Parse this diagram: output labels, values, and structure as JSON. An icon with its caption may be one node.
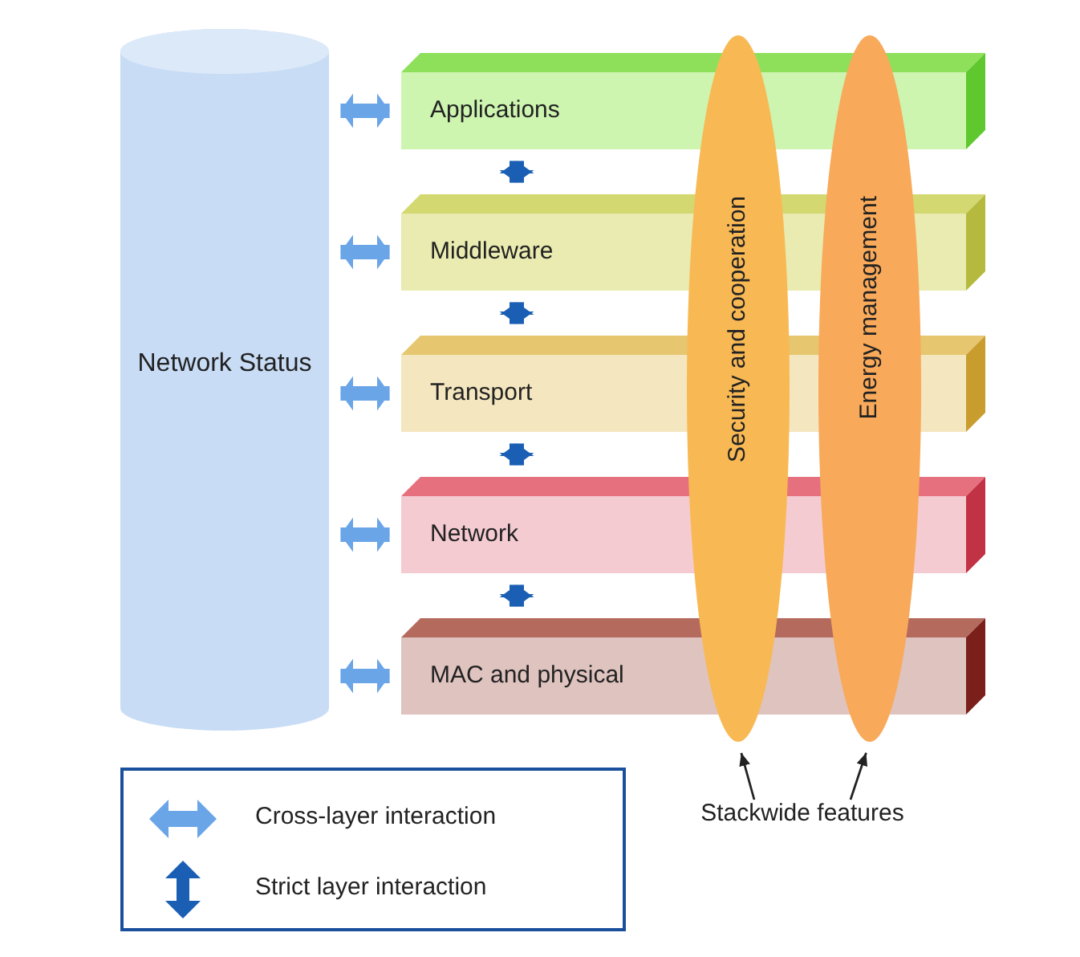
{
  "diagram": {
    "nodes": [
      {
        "text": [
          "Network Status"
        ]
      },
      {
        "text": [
          "Applications"
        ]
      },
      {
        "text": [
          "Middleware"
        ]
      },
      {
        "text": [
          "Transport"
        ]
      },
      {
        "text": [
          "Network"
        ]
      },
      {
        "text": [
          "MAC and physical"
        ]
      },
      {
        "text": [
          "Security and cooperation"
        ]
      },
      {
        "text": [
          "Energy management"
        ]
      },
      {
        "text": [
          "Stackwide features"
        ]
      }
    ],
    "edges": [
      {
        "from": 0,
        "to": 1,
        "arrow": "both"
      },
      {
        "from": 0,
        "to": 2,
        "arrow": "both"
      },
      {
        "from": 0,
        "to": 3,
        "arrow": "both"
      },
      {
        "from": 0,
        "to": 4,
        "arrow": "both"
      },
      {
        "from": 0,
        "to": 5,
        "arrow": "both"
      },
      {
        "from": 1,
        "to": 2,
        "arrow": "both",
        "color": "#1a5fb4"
      },
      {
        "from": 2,
        "to": 3,
        "arrow": "both",
        "color": "#1a5fb4"
      },
      {
        "from": 3,
        "to": 4,
        "arrow": "both",
        "color": "#1a5fb4"
      },
      {
        "from": 4,
        "to": 5,
        "arrow": "both",
        "color": "#1a5fb4"
      },
      {
        "from": 8,
        "to": 6,
        "arrow": "to",
        "color": "#222222"
      },
      {
        "from": 8,
        "to": 7,
        "arrow": "to",
        "color": "#222222"
      }
    ],
    "legend": [
      {
        "text": "Cross-layer interaction"
      },
      {
        "text": "Strict layer interaction"
      }
    ]
  }
}
